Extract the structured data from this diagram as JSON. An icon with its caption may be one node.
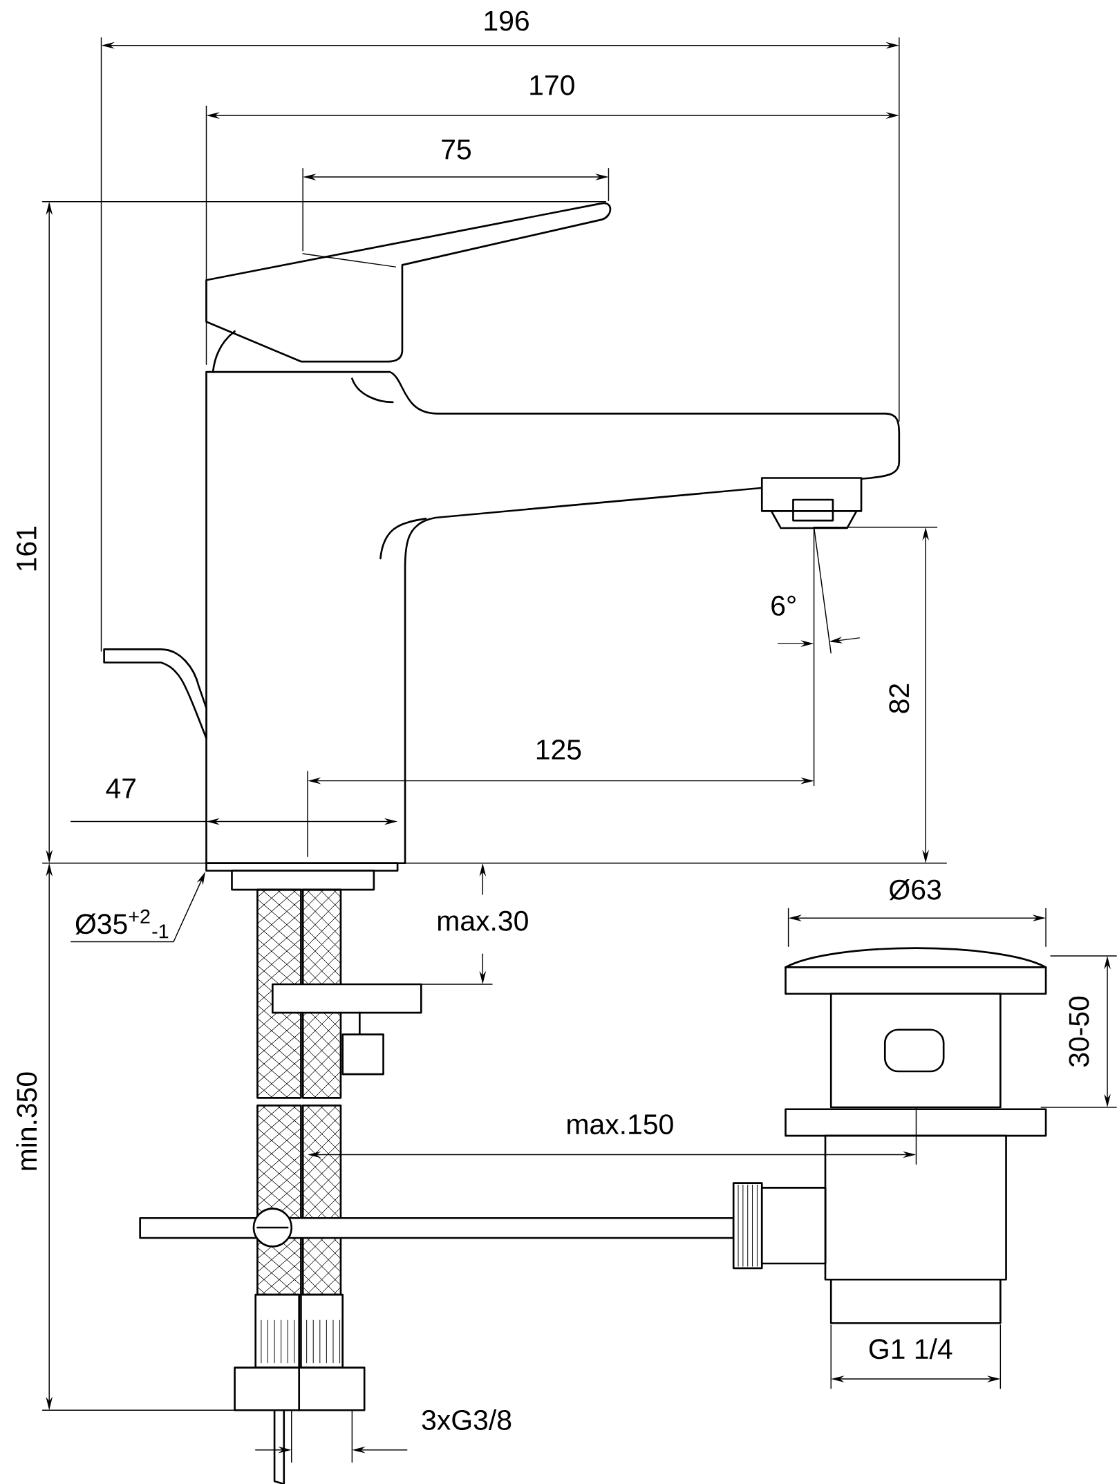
{
  "diagram": {
    "nodes": [
      {
        "text": [
          "Ø35$^{+2}$$_{-1}$"
        ]
      },
      {
        "text": [],
        "shape": "box"
      }
    ],
    "edges": [
      {
        "from": 0,
        "to": 1,
        "arrow": "to"
      }
    ],
    "labels": [
      "196",
      "170",
      "75",
      "161",
      "6°",
      "82",
      "125",
      "47",
      "max.30",
      "Ø63",
      "30-50",
      "max.150",
      "min.350",
      "G1 1/4",
      "3xG3/8"
    ]
  }
}
